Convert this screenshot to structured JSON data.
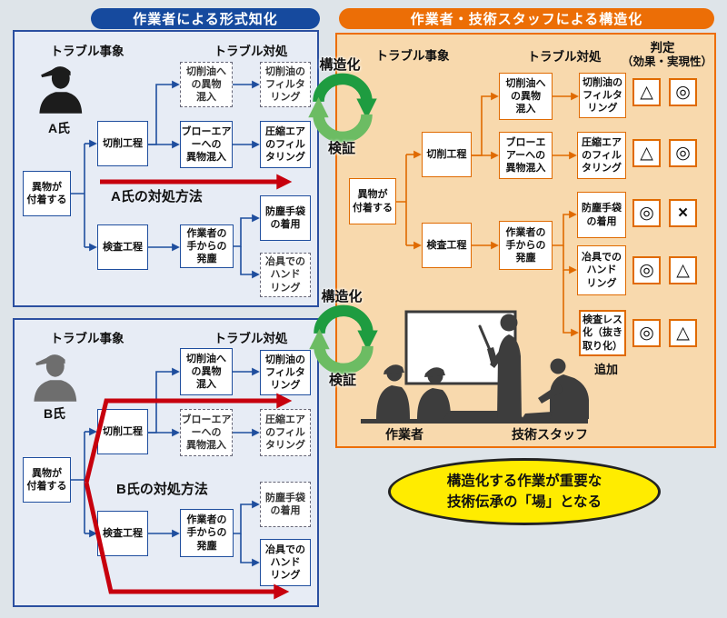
{
  "headers": {
    "left": "作業者による形式知化",
    "right": "作業者・技術スタッフによる構造化"
  },
  "cycle": {
    "structuring": "構造化",
    "verification": "検証"
  },
  "panel_a": {
    "event_header": "トラブル事象",
    "handling_header": "トラブル対処",
    "person": "A氏",
    "method_label": "A氏の対処方法",
    "nodes": {
      "event": "異物が\n付着する",
      "cutting": "切削工程",
      "oil_contamination": "切削油へ\nの異物\n混入",
      "oil_filtering": "切削油の\nフィルタ\nリング",
      "blow_air": "ブローエア\nーへの\n異物混入",
      "compressed_air": "圧縮エア\nのフィル\nタリング",
      "inspection": "検査工程",
      "dust_from_hands": "作業者の\n手からの\n発塵",
      "gloves": "防塵手袋\nの着用",
      "jig": "冶具での\nハンド\nリング"
    }
  },
  "panel_b": {
    "event_header": "トラブル事象",
    "handling_header": "トラブル対処",
    "person": "B氏",
    "method_label": "B氏の対処方法",
    "nodes": {
      "event": "異物が\n付着する",
      "cutting": "切削工程",
      "oil_contamination": "切削油へ\nの異物\n混入",
      "oil_filtering": "切削油の\nフィルタ\nリング",
      "blow_air": "ブローエア\nーへの\n異物混入",
      "compressed_air": "圧縮エア\nのフィル\nタリング",
      "inspection": "検査工程",
      "dust_from_hands": "作業者の\n手からの\n発塵",
      "gloves": "防塵手袋\nの着用",
      "jig": "冶具での\nハンド\nリング"
    }
  },
  "panel_right": {
    "event_header": "トラブル事象",
    "handling_header": "トラブル対処",
    "judgment_header": "判定",
    "judgment_sub": "（効果・実現性）",
    "added_label": "追加",
    "workers_label": "作業者",
    "staff_label": "技術スタッフ",
    "nodes": {
      "event": "異物が\n付着する",
      "cutting": "切削工程",
      "oil_contamination": "切削油へ\nの異物\n混入",
      "oil_filtering": "切削油の\nフィルタ\nリング",
      "blow_air": "ブローエ\nアーへの\n異物混入",
      "compressed_air": "圧縮エア\nのフィル\nタリング",
      "inspection": "検査工程",
      "dust_from_hands": "作業者の\n手からの\n発塵",
      "gloves": "防塵手袋\nの着用",
      "jig": "冶具での\nハンド\nリング",
      "inspection_less": "検査レス\n化（抜き\n取り化）"
    },
    "judgments": [
      {
        "item": "切削油のフィルタリング",
        "effect": "△",
        "feasibility": "◎"
      },
      {
        "item": "圧縮エアのフィルタリング",
        "effect": "△",
        "feasibility": "◎"
      },
      {
        "item": "防塵手袋の着用",
        "effect": "◎",
        "feasibility": "×"
      },
      {
        "item": "冶具でのハンドリング",
        "effect": "◎",
        "feasibility": "△"
      },
      {
        "item": "検査レス化（抜き取り化）",
        "effect": "◎",
        "feasibility": "△"
      }
    ]
  },
  "conclusion": {
    "line1": "構造化する作業が重要な",
    "line2": "技術伝承の「場」となる"
  },
  "colors": {
    "background": "#dee4e9",
    "left_header_bg": "#164a9e",
    "left_panel_bg": "#e7ecf5",
    "box_border_blue": "#1f4e9e",
    "right_header_bg": "#ec6e06",
    "right_panel_bg": "#f8d9ad",
    "box_border_orange": "#e06a00",
    "red_arrow": "#c7000d",
    "green_dark": "#1e9c40",
    "green_light": "#6cbc63",
    "conclusion_bg": "#ffec00"
  }
}
